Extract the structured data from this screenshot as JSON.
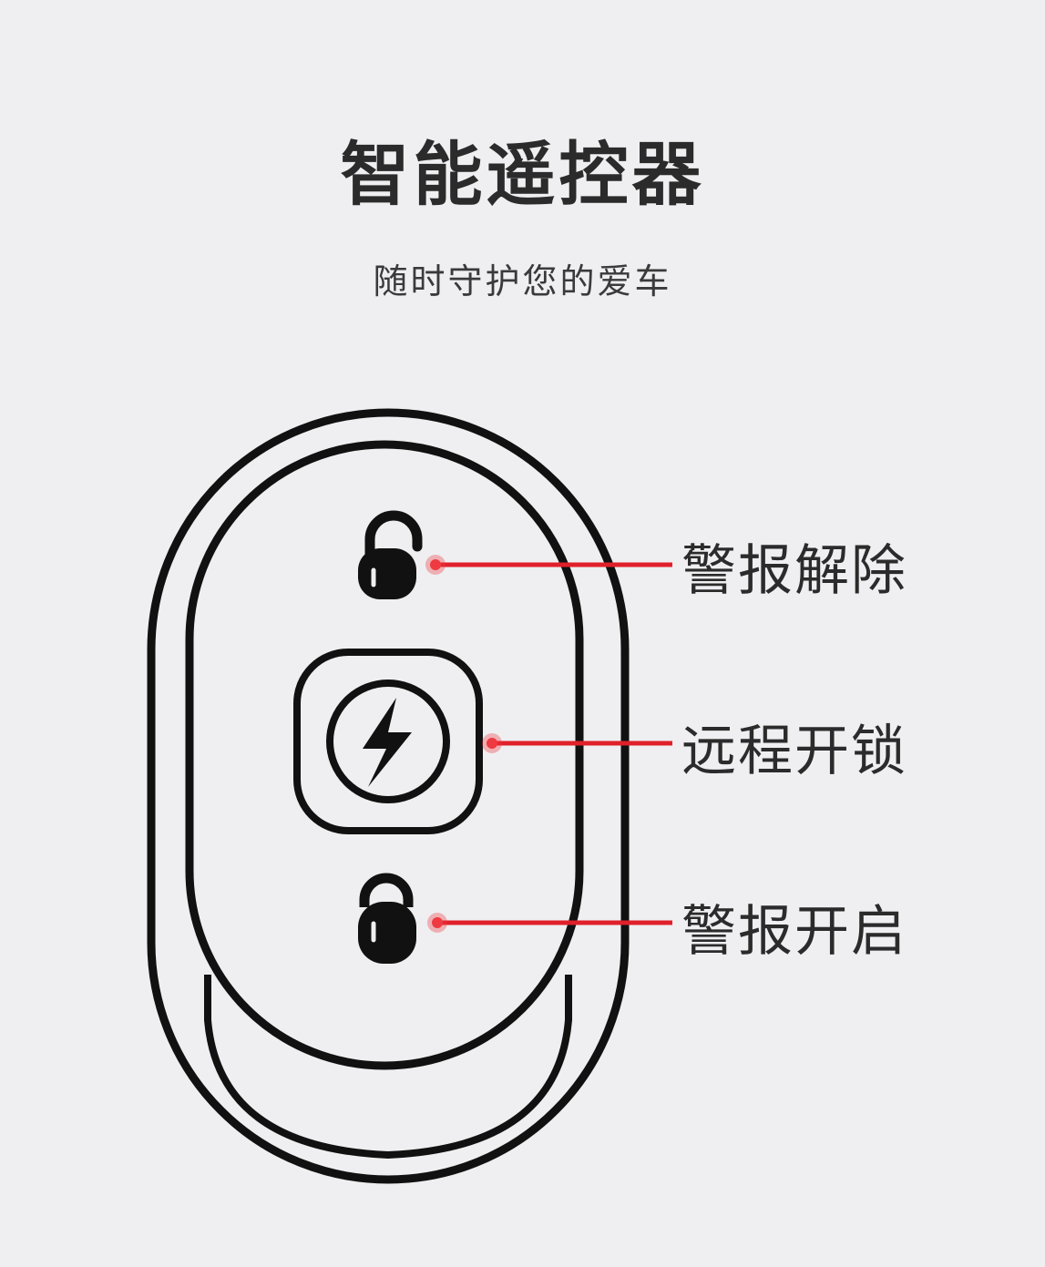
{
  "header": {
    "title": "智能遥控器",
    "subtitle": "随时守护您的爱车"
  },
  "buttons": [
    {
      "id": "disarm",
      "icon": "unlocked-padlock-icon",
      "label": "警报解除"
    },
    {
      "id": "remote-unlock",
      "icon": "lightning-bolt-icon",
      "label": "远程开锁"
    },
    {
      "id": "arm",
      "icon": "locked-padlock-icon",
      "label": "警报开启"
    }
  ],
  "colors": {
    "background": "#efeff1",
    "outline": "#111111",
    "callout_line": "#e0202a",
    "callout_dot": "#ee3a40",
    "text": "#2b2b2b"
  }
}
